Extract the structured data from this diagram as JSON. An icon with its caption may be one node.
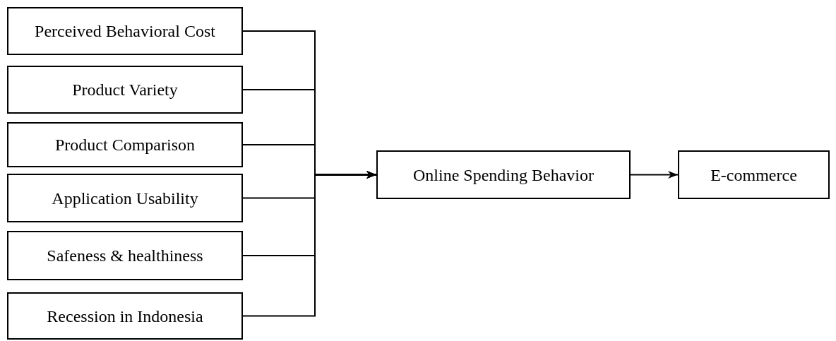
{
  "diagram": {
    "nodes": [
      {
        "text": [
          "Perceived Behavioral Cost"
        ]
      },
      {
        "text": [
          "Product Variety"
        ]
      },
      {
        "text": [
          "Product Comparison"
        ]
      },
      {
        "text": [
          "Application Usability"
        ]
      },
      {
        "text": [
          "Safeness & healthiness"
        ]
      },
      {
        "text": [
          "Recession in Indonesia"
        ]
      },
      {
        "text": [
          "Online Spending Behavior"
        ]
      },
      {
        "text": [
          "E-commerce"
        ]
      }
    ],
    "edges": [
      {
        "from": 0,
        "to": 6,
        "arrow": "to"
      },
      {
        "from": 1,
        "to": 6,
        "arrow": "to"
      },
      {
        "from": 2,
        "to": 6,
        "arrow": "to"
      },
      {
        "from": 3,
        "to": 6,
        "arrow": "to"
      },
      {
        "from": 4,
        "to": 6,
        "arrow": "to"
      },
      {
        "from": 5,
        "to": 6,
        "arrow": "to"
      },
      {
        "from": 6,
        "to": 7,
        "arrow": "to"
      }
    ]
  }
}
